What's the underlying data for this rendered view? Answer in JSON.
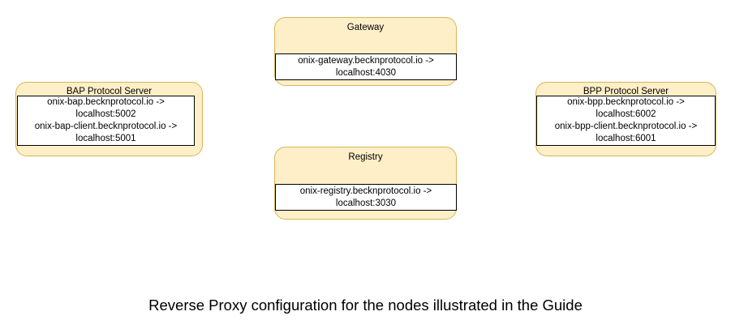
{
  "diagram": {
    "caption": "Reverse Proxy configuration for the nodes illustrated in the Guide",
    "colors": {
      "node_fill": "#ffefc8",
      "node_border": "#d6b656",
      "panel_fill": "#ffffff",
      "panel_border": "#000000",
      "text": "#000000",
      "background": "#ffffff"
    },
    "nodes": [
      {
        "id": "bap",
        "title": "BAP Protocol Server",
        "mappings": [
          {
            "line1": "onix-bap.becknprotocol.io ->",
            "line2": "localhost:5002"
          },
          {
            "line1": "onix-bap-client.becknprotocol.io ->",
            "line2": "localhost:5001"
          }
        ]
      },
      {
        "id": "gateway",
        "title": "Gateway",
        "mappings": [
          {
            "line1": "onix-gateway.becknprotocol.io ->",
            "line2": "localhost:4030"
          }
        ]
      },
      {
        "id": "registry",
        "title": "Registry",
        "mappings": [
          {
            "line1": "onix-registry.becknprotocol.io ->",
            "line2": "localhost:3030"
          }
        ]
      },
      {
        "id": "bpp",
        "title": "BPP Protocol Server",
        "mappings": [
          {
            "line1": "onix-bpp.becknprotocol.io ->",
            "line2": "localhost:6002"
          },
          {
            "line1": "onix-bpp-client.becknprotocol.io ->",
            "line2": "localhost:6001"
          }
        ]
      }
    ]
  }
}
